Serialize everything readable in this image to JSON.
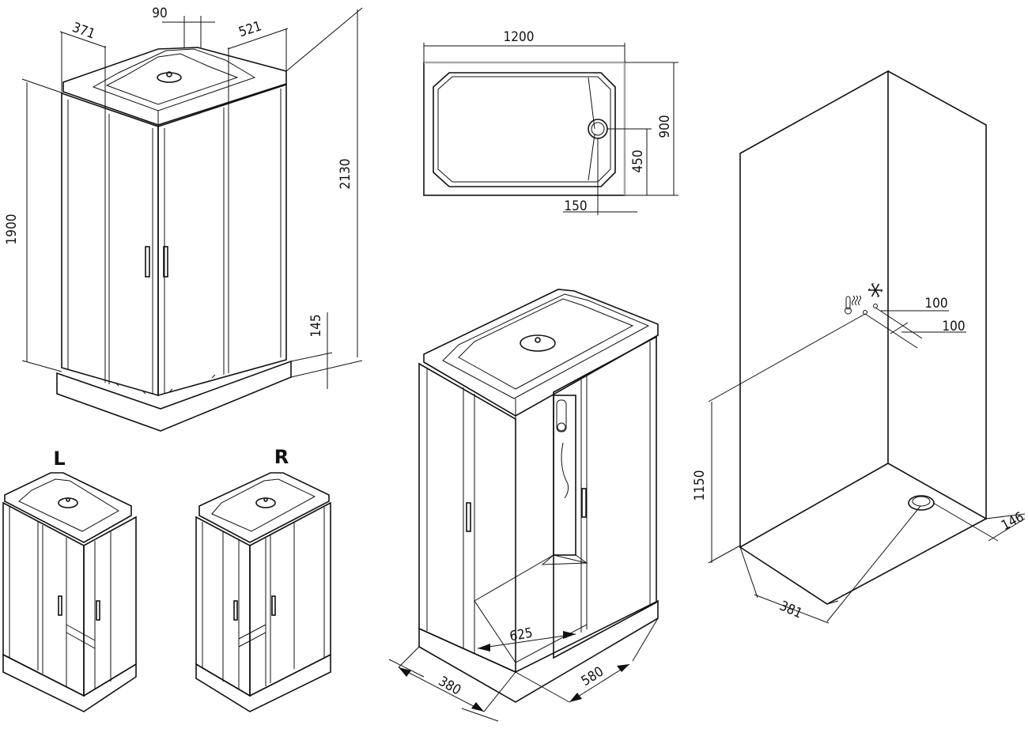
{
  "dimensions": {
    "top_width": "90",
    "depth_left": "371",
    "depth_right": "521",
    "height_door": "1900",
    "height_total": "2130",
    "tray_height": "145",
    "tray_length": "1200",
    "tray_depth": "900",
    "drain_offset_y": "450",
    "drain_offset_x": "150",
    "water_inlet_a": "100",
    "water_inlet_b": "100",
    "inlet_height": "1150",
    "drain_wall_offset": "146",
    "drain_floor_offset": "381",
    "door_opening": "625",
    "panel_380": "380",
    "panel_580": "580"
  },
  "labels": {
    "left_variant": "L",
    "right_variant": "R"
  },
  "icons": [
    "thermometer-hot-icon",
    "snowflake-icon"
  ]
}
